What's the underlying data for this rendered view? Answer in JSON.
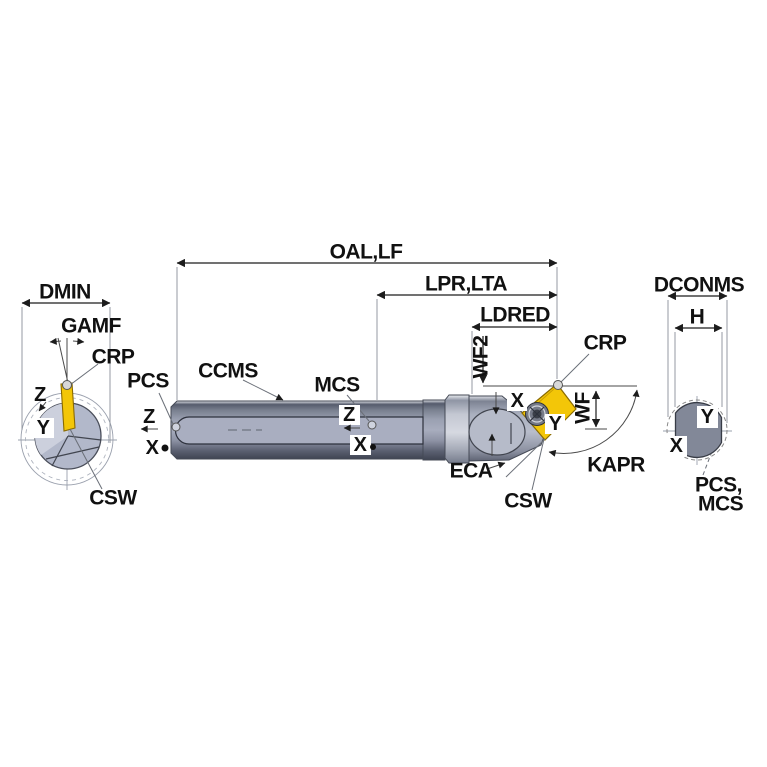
{
  "drawing": {
    "description": "Technical dimension drawing of a boring/turning tool with front, side and coupling end views",
    "views": {
      "front": {
        "dims": {
          "dmin": "DMIN",
          "gamf": "GAMF"
        },
        "points": {
          "crp": "CRP",
          "csw": "CSW"
        },
        "axes": {
          "z": "Z",
          "y": "Y"
        }
      },
      "side": {
        "dims": {
          "oal": "OAL,LF",
          "lpr": "LPR,LTA",
          "ldred": "LDRED",
          "wf2": "WF2",
          "wf": "WF",
          "kapr": "KAPR",
          "eca": "ECA"
        },
        "points": {
          "pcs": "PCS",
          "ccms": "CCMS",
          "mcs": "MCS",
          "crp": "CRP",
          "csw": "CSW"
        },
        "axes": {
          "z": "Z",
          "x": "X",
          "y": "Y"
        }
      },
      "back": {
        "dims": {
          "dconms": "DCONMS",
          "h": "H"
        },
        "points": {
          "pcs_mcs_line1": "PCS,",
          "pcs_mcs_line2": "MCS"
        },
        "axes": {
          "x": "X",
          "y": "Y"
        }
      }
    },
    "colors": {
      "insert": "#f3c608",
      "insert_edge": "#8a6a00",
      "body_mid": "#a0a6b8",
      "line": "#1c1c1c",
      "point_fill": "#d8d8d8"
    }
  }
}
